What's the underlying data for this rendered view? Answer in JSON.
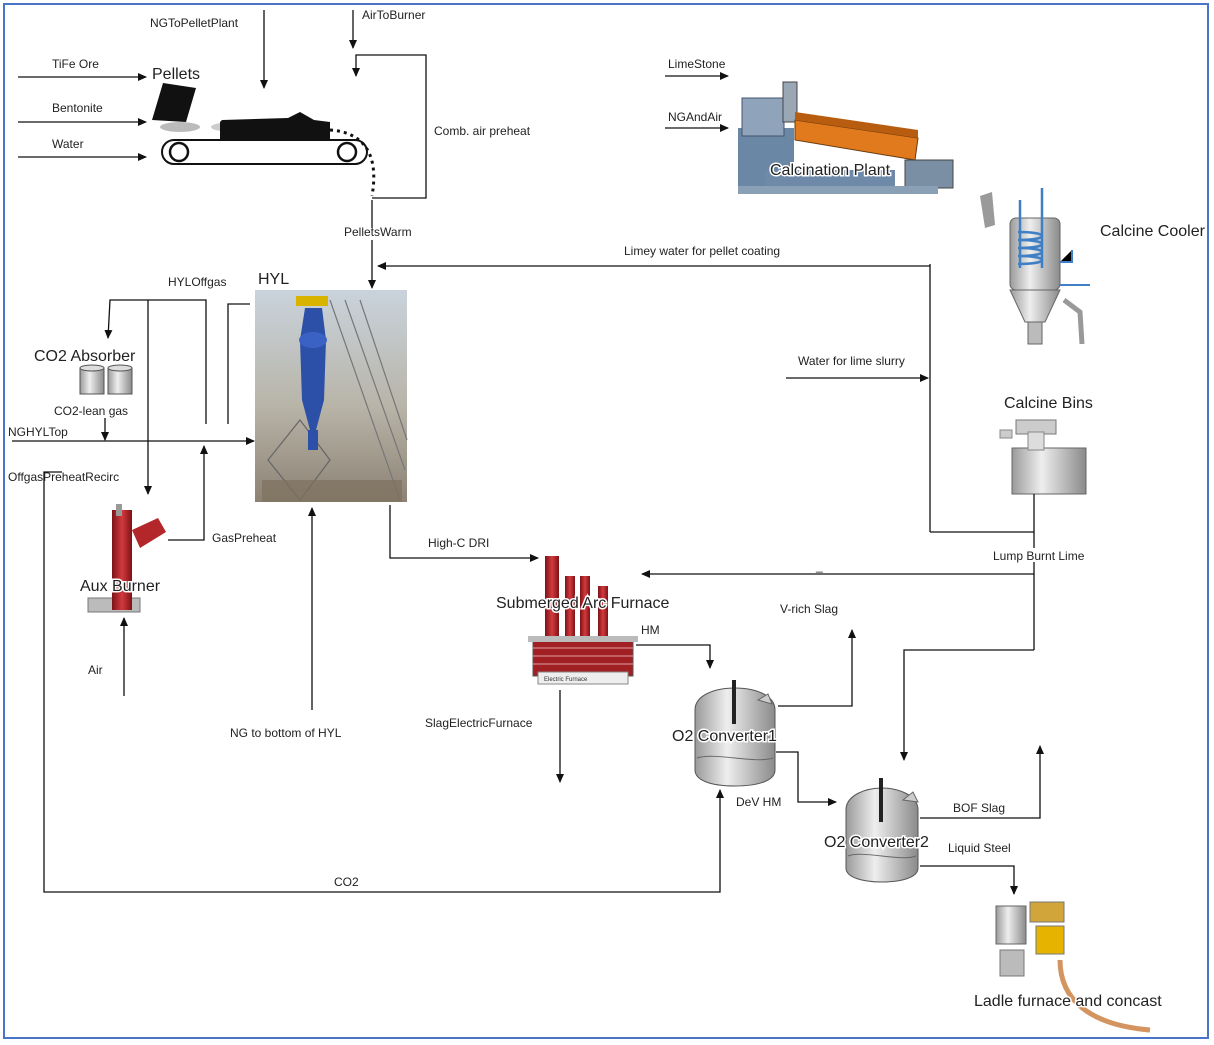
{
  "streams": {
    "ng_to_pellet_plant": "NGToPelletPlant",
    "air_to_burner": "AirToBurner",
    "tife_ore": "TiFe Ore",
    "bentonite": "Bentonite",
    "water": "Water",
    "comb_air_preheat": "Comb. air preheat",
    "pellets_warm": "PelletsWarm",
    "limestone": "LimeStone",
    "ng_and_air": "NGAndAir",
    "limey_water": "Limey water for pellet coating",
    "hyl_offgas": "HYLOffgas",
    "co2_lean_gas": "CO2-lean gas",
    "ng_hyl_top": "NGHYLTop",
    "offgas_preheat_recirc": "OffgasPreheatRecirc",
    "gas_preheat": "GasPreheat",
    "water_lime_slurry": "Water for lime slurry",
    "high_c_dri": "High-C DRI",
    "lump_burnt_lime": "Lump Burnt Lime",
    "dash": "_",
    "v_rich_slag": "V-rich Slag",
    "hm": "HM",
    "air": "Air",
    "slag_electric_furnace": "SlagElectricFurnace",
    "ng_bottom_hyl": "NG to bottom of HYL",
    "dev_hm": "DeV HM",
    "bof_slag": "BOF Slag",
    "liquid_steel": "Liquid Steel",
    "co2": "CO2"
  },
  "units": {
    "pellets": "Pellets",
    "calcination_plant": "Calcination Plant",
    "calcine_cooler": "Calcine Cooler",
    "hyl": "HYL",
    "co2_absorber": "CO2 Absorber",
    "calcine_bins": "Calcine Bins",
    "aux_burner": "Aux Burner",
    "submerged_arc_furnace": "Submerged Arc Furnace",
    "o2_converter1": "O2 Converter1",
    "o2_converter2": "O2 Converter2",
    "ladle_furnace": "Ladle furnace and concast",
    "electric_furnace_plate": "Electric Furnace"
  },
  "colors": {
    "border": "#4a74c9",
    "line": "#111111",
    "furnace_red": "#b3262a",
    "hyl_blue": "#2c4fa8",
    "steel_gray": "#c8c8c8",
    "sky": "#b9c6d2",
    "cooler_blue": "#3f7fc6",
    "calciner_orange": "#e07a1c"
  }
}
